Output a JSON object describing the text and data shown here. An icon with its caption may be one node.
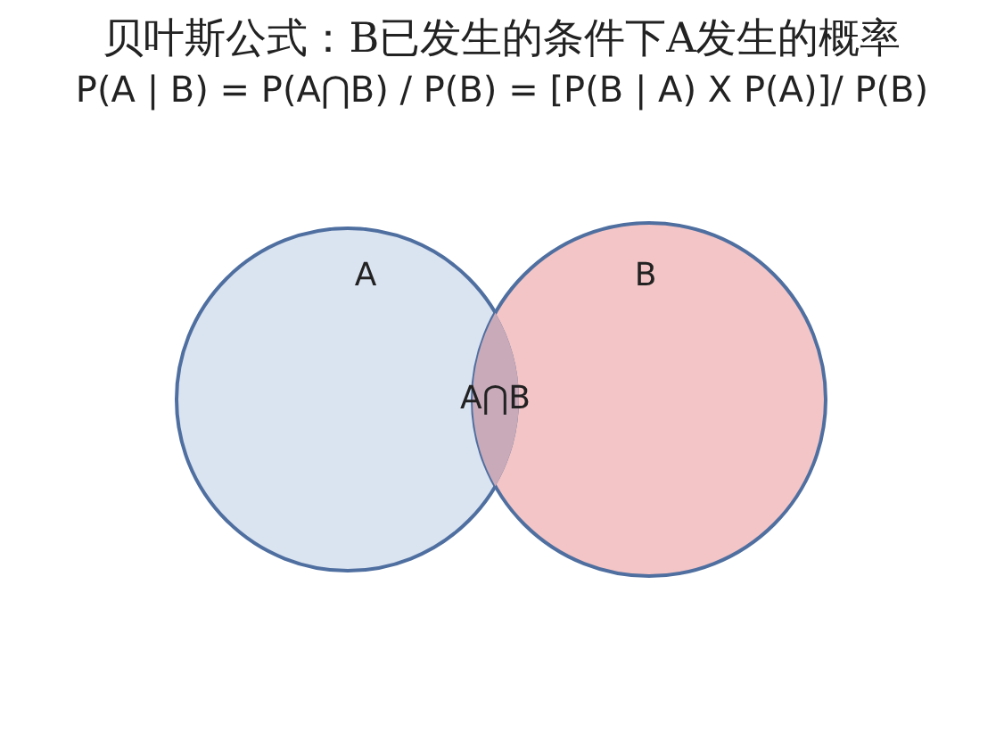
{
  "diagram": {
    "title": "贝叶斯公式：B已发生的条件下A发生的概率",
    "nodes": [
      {
        "text": [
          "A"
        ]
      },
      {
        "text": [
          "B"
        ]
      },
      {
        "text": [
          "A⋂B"
        ]
      }
    ],
    "labels": [
      "P(A | B) = P(A⋂B) / P(B) = [P(B | A) X P(A)]/ P(B)"
    ]
  }
}
